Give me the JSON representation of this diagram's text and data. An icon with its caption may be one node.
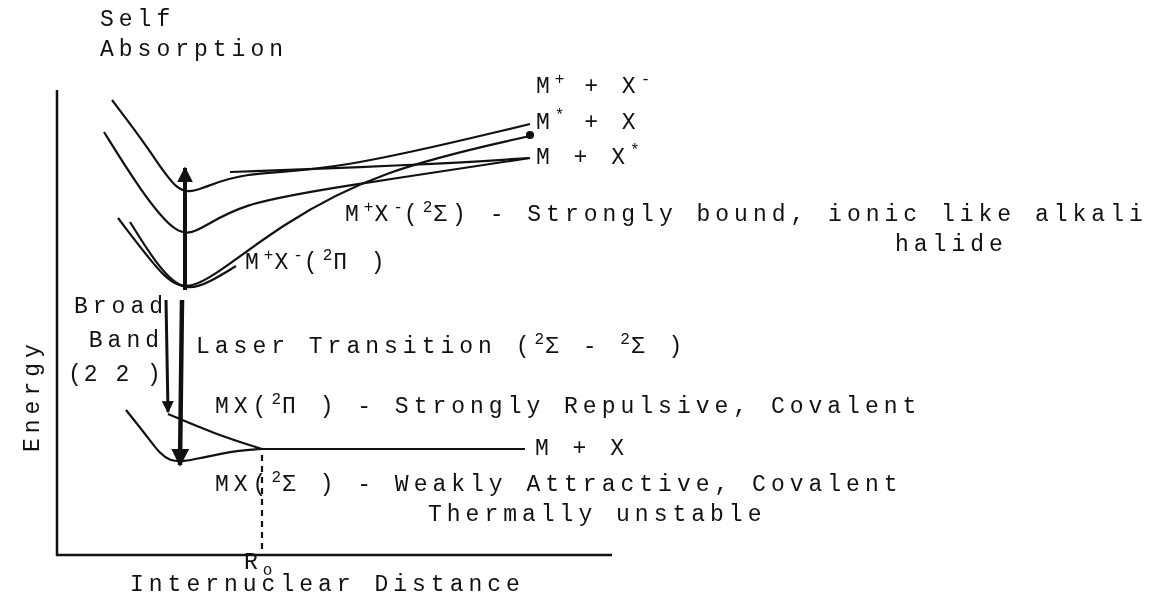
{
  "diagram": {
    "labels": [
      "Self Absorption",
      "M$^{+}$ + X$^{-}$",
      "M$^{*}$ + X",
      "M + X$^{*}$",
      "M$^{+}$X$^{-}$($^{2}$Σ) - Strongly bound, ionic like alkali halide",
      "M$^{+}$X$^{-}$($^{2}$Π )",
      "Broad Band",
      "(2 2 )",
      "Laser Transition ($^{2}$Σ - $^{2}$Σ )",
      "Energy",
      "MX($^{2}$Π ) - Strongly Repulsive, Covalent",
      "M + X",
      "MX($^{2}$Σ ) - Weakly Attractive, Covalent Thermally unstable",
      "R$_{o}$",
      "Internuclear Distance"
    ]
  }
}
